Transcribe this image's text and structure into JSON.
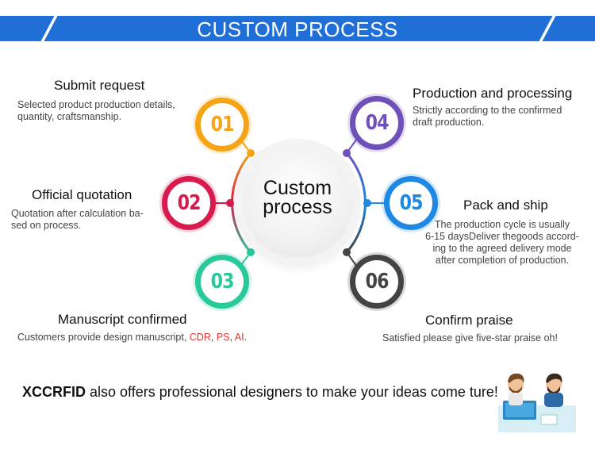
{
  "banner": {
    "title": "CUSTOM PROCESS"
  },
  "center": {
    "line1": "Custom",
    "line2": "process"
  },
  "steps": [
    {
      "num": "01",
      "color": "#f6a416",
      "title": "Submit request",
      "desc_lines": [
        "Selected product production details,",
        "quantity, craftsmanship."
      ]
    },
    {
      "num": "02",
      "color": "#d81b4e",
      "title": "Official quotation",
      "desc_lines": [
        "Quotation after calculation ba-",
        "sed on process."
      ]
    },
    {
      "num": "03",
      "color": "#28c99a",
      "title": "Manuscript confirmed",
      "desc_prefix": "Customers provide design manuscript, ",
      "desc_hl1": "CDR",
      "desc_sep1": ", ",
      "desc_hl2": "PS",
      "desc_sep2": ", ",
      "desc_hl3": "AI",
      "desc_suffix": "."
    },
    {
      "num": "04",
      "color": "#6f4fb8",
      "title": "Production and processing",
      "desc_lines": [
        "Strictly according to the confirmed",
        "draft production."
      ]
    },
    {
      "num": "05",
      "color": "#1e88e5",
      "title": "Pack and ship",
      "desc_lines": [
        "The production cycle is usually",
        "6-15 daysDeliver thegoods accord-",
        "ing to the agreed delivery mode",
        "after completion of production."
      ]
    },
    {
      "num": "06",
      "color": "#444444",
      "title": "Confirm praise",
      "desc_lines": [
        "Satisfied please give five-star praise oh!"
      ]
    }
  ],
  "footer": {
    "brand": "XCCRFID",
    "text": " also offers professional designers to make your ideas come ture!"
  }
}
